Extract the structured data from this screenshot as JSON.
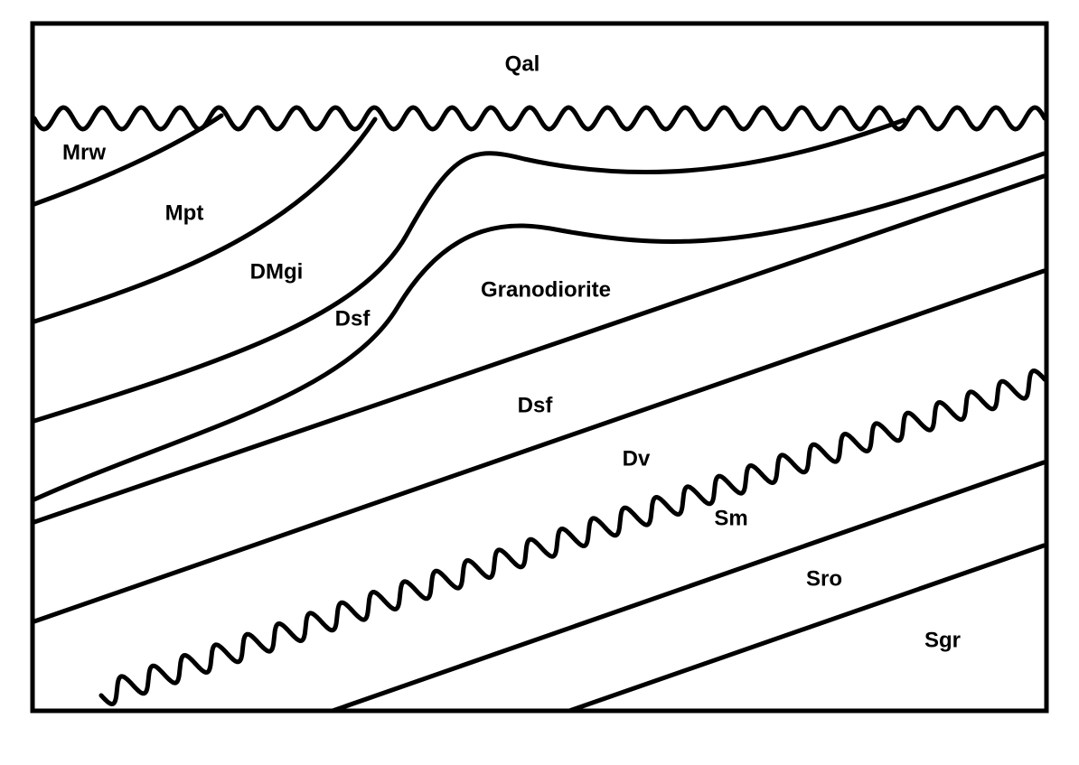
{
  "diagram": {
    "units": [
      {
        "id": "qal",
        "label": "Qal"
      },
      {
        "id": "mrw",
        "label": "Mrw"
      },
      {
        "id": "mpt",
        "label": "Mpt"
      },
      {
        "id": "dmgi",
        "label": "DMgi"
      },
      {
        "id": "dsf-upper",
        "label": "Dsf"
      },
      {
        "id": "granodiorite",
        "label": "Granodiorite"
      },
      {
        "id": "dsf-lower",
        "label": "Dsf"
      },
      {
        "id": "dv",
        "label": "Dv"
      },
      {
        "id": "sm",
        "label": "Sm"
      },
      {
        "id": "sro",
        "label": "Sro"
      },
      {
        "id": "sgr",
        "label": "Sgr"
      }
    ],
    "colors": {
      "line": "#000000",
      "background": "#ffffff"
    }
  }
}
